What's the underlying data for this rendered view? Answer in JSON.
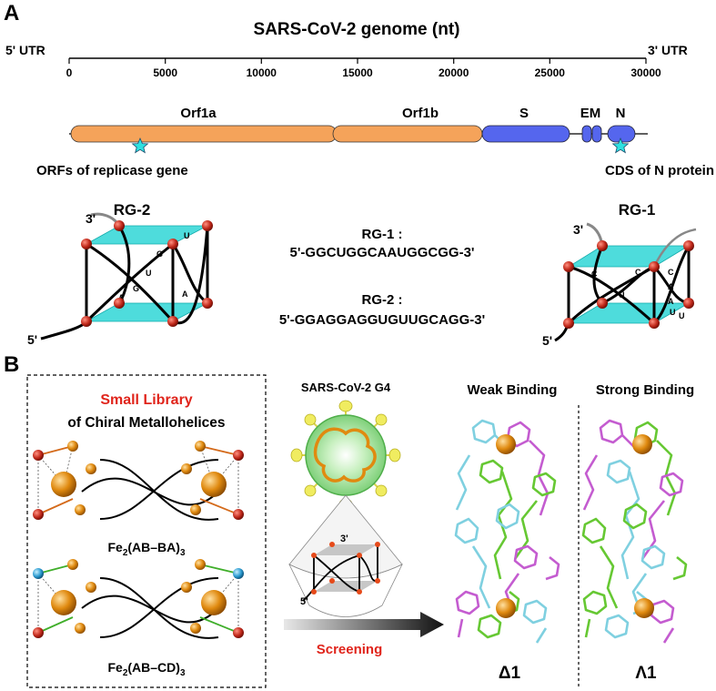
{
  "panel_a": {
    "label": "A",
    "title": "SARS-CoV-2 genome (nt)",
    "utr5": "5' UTR",
    "utr3": "3' UTR",
    "ticks": [
      "0",
      "5000",
      "10000",
      "15000",
      "20000",
      "25000",
      "30000"
    ],
    "genes": {
      "orf1a": "Orf1a",
      "orf1b": "Orf1b",
      "s": "S",
      "em": "EM",
      "n": "N"
    },
    "annot_left": "ORFs of replicase gene",
    "annot_right": "CDS of N protein",
    "rg2_title": "RG-2",
    "rg1_title": "RG-1",
    "rg1_label": "RG-1 :",
    "rg1_seq": "5'-GGCUGGCAAUGGCGG-3'",
    "rg2_label": "RG-2 :",
    "rg2_seq": "5'-GGAGGAGGUGUUGCAGG-3'",
    "end3": "3'",
    "end5": "5'",
    "rg2_bases": [
      "U",
      "G",
      "U",
      "G",
      "A",
      "A"
    ],
    "rg1_bases": [
      "U",
      "C",
      "C",
      "C",
      "A",
      "A",
      "U",
      "U"
    ],
    "colors": {
      "orf": "#f5a35a",
      "spike": "#5566ee",
      "g4_plane": "#2fd6d6",
      "node": "#c0281a"
    }
  },
  "panel_b": {
    "label": "B",
    "library_line1": "Small Library",
    "library_line2": "of Chiral  Metallohelices",
    "fe_prefix": "Fe",
    "fe_sub": "2",
    "compound1_rest": "(AB–BA)",
    "compound2_rest": "(AB–CD)",
    "compound_sub": "3",
    "virus_title": "SARS-CoV-2 G4",
    "virus_3": "3'",
    "virus_5": "5'",
    "screening": "Screening",
    "weak": "Weak Binding",
    "strong": "Strong Binding",
    "delta": "Δ1",
    "lambda": "Λ1",
    "colors": {
      "accent_red": "#e0241b",
      "fe": "#e08a10",
      "ligand_a": "#66c833",
      "ligand_b": "#7fd0e0",
      "ligand_c": "#c45cd0"
    }
  }
}
